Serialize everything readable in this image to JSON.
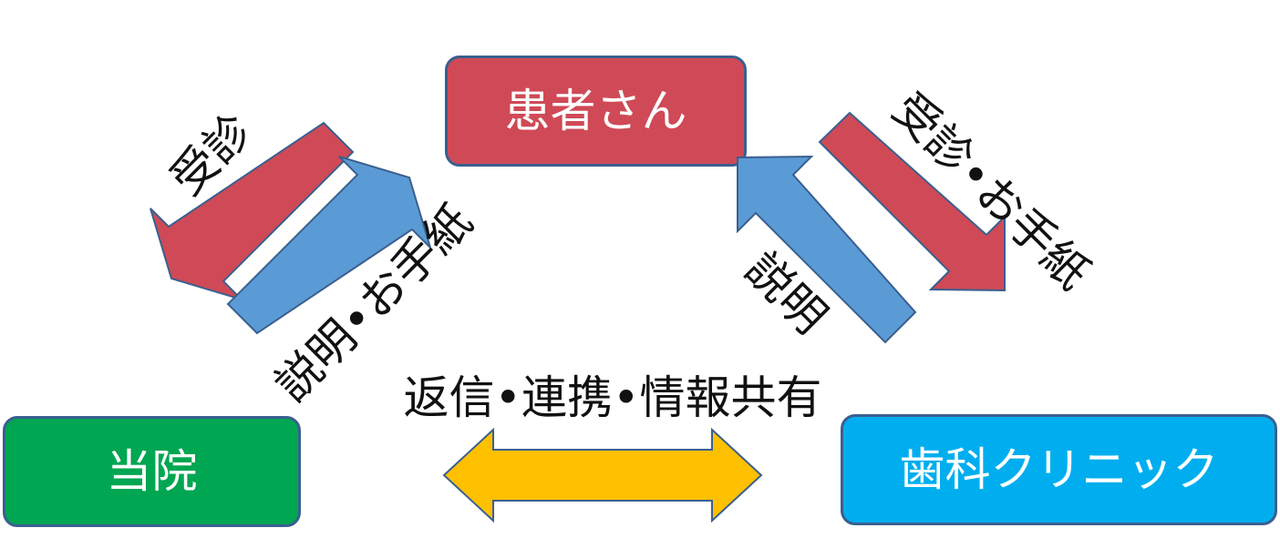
{
  "nodes": {
    "patient": {
      "label": "患者さん",
      "color": "#cf4a56"
    },
    "hospital": {
      "label": "当院",
      "color": "#00a651"
    },
    "dental": {
      "label": "歯科クリニック",
      "color": "#00aeef"
    }
  },
  "arrows": {
    "left_top": {
      "label": "受診",
      "color": "#cf4a56"
    },
    "left_bottom": {
      "label": "説明•お手紙",
      "color": "#5b9bd5"
    },
    "right_top": {
      "label": "受診•お手紙",
      "color": "#cf4a56"
    },
    "right_bottom": {
      "label": "説明",
      "color": "#5b9bd5"
    },
    "center": {
      "label": "返信•連携•情報共有",
      "color": "#ffc000"
    }
  }
}
